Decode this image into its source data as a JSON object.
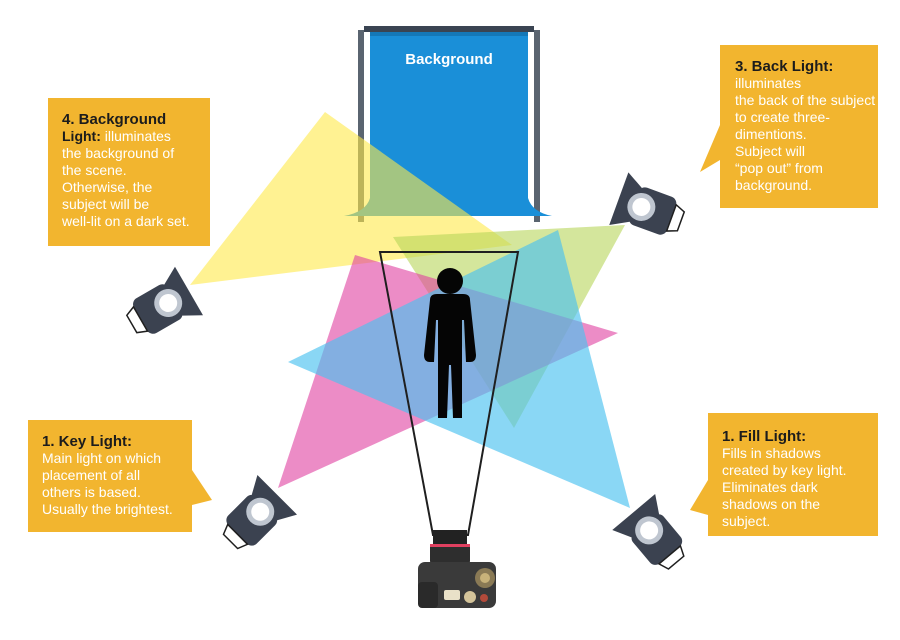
{
  "backdrop": {
    "label": "Background",
    "color": "#1a8fd8"
  },
  "callouts": {
    "background_light": {
      "title": "4. Background",
      "title_cont": "Light:",
      "text_first": " illuminates",
      "text_rest": [
        "the background of",
        "the scene.",
        "Otherwise, the",
        "subject will be",
        "well-lit on a dark set."
      ]
    },
    "back_light": {
      "title": "3. Back Light:",
      "lines": [
        "illuminates",
        "the back of the subject",
        "to create three-",
        "dimentions.",
        "Subject will",
        "“pop out” from",
        "background."
      ]
    },
    "key_light": {
      "title": "1. Key Light:",
      "lines": [
        "Main light on which",
        "placement of all",
        "others is based.",
        "Usually the brightest."
      ]
    },
    "fill_light": {
      "title": "1. Fill Light:",
      "lines": [
        "Fills in shadows",
        "created by key light.",
        "Eliminates dark",
        "shadows on the",
        "subject."
      ]
    }
  },
  "colors": {
    "callout": "#f2b52f",
    "key_beam": "#e040a0",
    "fill_beam": "#4cc2f0",
    "back_beam": "#b8d65a",
    "background_beam": "#ffe94a",
    "lamp": "#3b4250"
  },
  "icons": [
    "spotlight-icon",
    "camera-icon",
    "person-silhouette-icon"
  ]
}
